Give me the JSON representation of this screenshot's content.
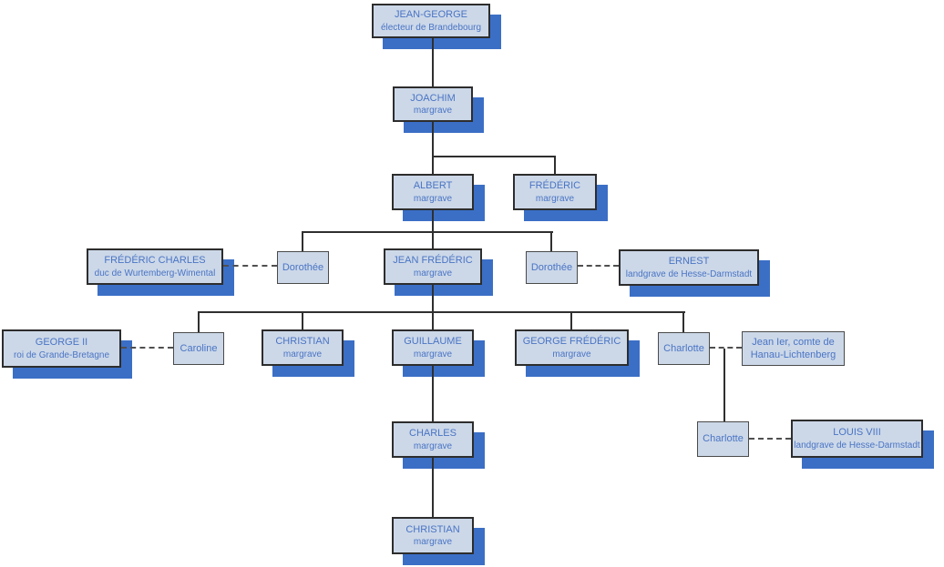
{
  "diagram": {
    "kind": "family-tree",
    "colors": {
      "box_fill": "#ccd8e8",
      "box_border_major": "#2d2d2d",
      "box_border_minor": "#4a4a4a",
      "shadow": "#3b6fc6",
      "solid_line": "#2f2f2f",
      "dashed_line": "#4f4f4f",
      "text": "#4a74c4",
      "background": "#ffffff"
    }
  },
  "nodes": {
    "jean_george": {
      "title": "JEAN-GEORGE",
      "subtitle": "électeur de Brandebourg"
    },
    "joachim": {
      "title": "JOACHIM",
      "subtitle": "margrave"
    },
    "albert": {
      "title": "ALBERT",
      "subtitle": "margrave"
    },
    "frederic": {
      "title": "FRÉDÉRIC",
      "subtitle": "margrave"
    },
    "frederic_charles": {
      "title": "FRÉDÉRIC CHARLES",
      "subtitle": "duc de Wurtemberg-Wimental"
    },
    "dorothee_1": {
      "title": "Dorothée"
    },
    "jean_frederic": {
      "title": "JEAN FRÉDÉRIC",
      "subtitle": "margrave"
    },
    "dorothee_2": {
      "title": "Dorothée"
    },
    "ernest": {
      "title": "ERNEST",
      "subtitle": "landgrave de Hesse-Darmstadt"
    },
    "george_ii": {
      "title": "GEORGE II",
      "subtitle": "roi de Grande-Bretagne"
    },
    "caroline": {
      "title": "Caroline"
    },
    "christian_1": {
      "title": "CHRISTIAN",
      "subtitle": "margrave"
    },
    "guillaume": {
      "title": "GUILLAUME",
      "subtitle": "margrave"
    },
    "george_frederic": {
      "title": "GEORGE FRÉDÉRIC",
      "subtitle": "margrave"
    },
    "charlotte_1": {
      "title": "Charlotte"
    },
    "jean_ier": {
      "title": "Jean Ier, comte de",
      "subtitle": "Hanau-Lichtenberg"
    },
    "charles": {
      "title": "CHARLES",
      "subtitle": "margrave"
    },
    "charlotte_2": {
      "title": "Charlotte"
    },
    "louis_viii": {
      "title": "LOUIS VIII",
      "subtitle": "landgrave de Hesse-Darmstadt"
    },
    "christian_2": {
      "title": "CHRISTIAN",
      "subtitle": "margrave"
    }
  },
  "relationships": {
    "parent_child": [
      [
        "jean_george",
        "joachim"
      ],
      [
        "joachim",
        "albert"
      ],
      [
        "joachim",
        "frederic"
      ],
      [
        "albert",
        "dorothee_1"
      ],
      [
        "albert",
        "jean_frederic"
      ],
      [
        "albert",
        "dorothee_2"
      ],
      [
        "jean_frederic",
        "caroline"
      ],
      [
        "jean_frederic",
        "christian_1"
      ],
      [
        "jean_frederic",
        "guillaume"
      ],
      [
        "jean_frederic",
        "george_frederic"
      ],
      [
        "jean_frederic",
        "charlotte_1"
      ],
      [
        "guillaume",
        "charles"
      ],
      [
        "charles",
        "christian_2"
      ],
      [
        "charlotte_1 + jean_ier",
        "charlotte_2"
      ]
    ],
    "marriages": [
      [
        "frederic_charles",
        "dorothee_1"
      ],
      [
        "dorothee_2",
        "ernest"
      ],
      [
        "george_ii",
        "caroline"
      ],
      [
        "charlotte_1",
        "jean_ier"
      ],
      [
        "charlotte_2",
        "louis_viii"
      ]
    ]
  }
}
